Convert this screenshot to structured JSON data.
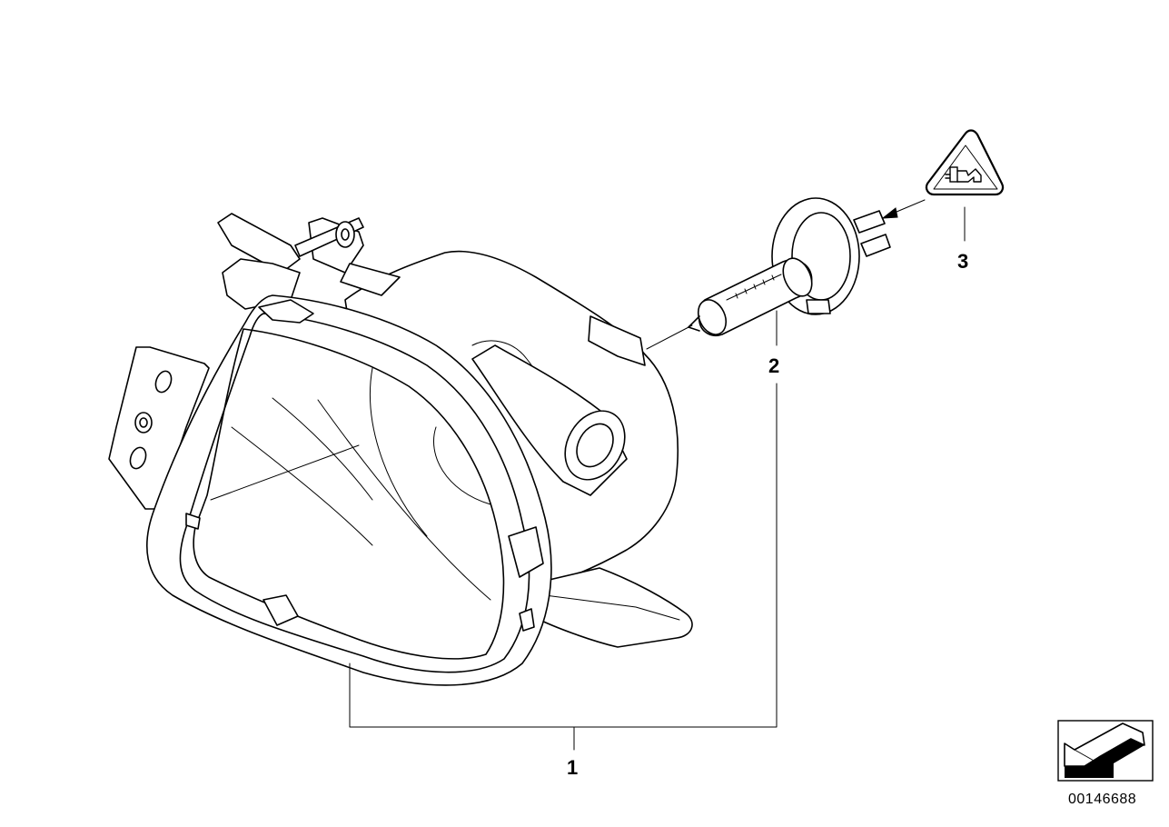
{
  "callouts": {
    "part_1": "1",
    "part_2": "2",
    "part_3": "3"
  },
  "diagram_id": "00146688",
  "icons": {
    "warning_symbol": "warning-triangle-connector-icon",
    "navigation": "arrow-back-icon"
  }
}
